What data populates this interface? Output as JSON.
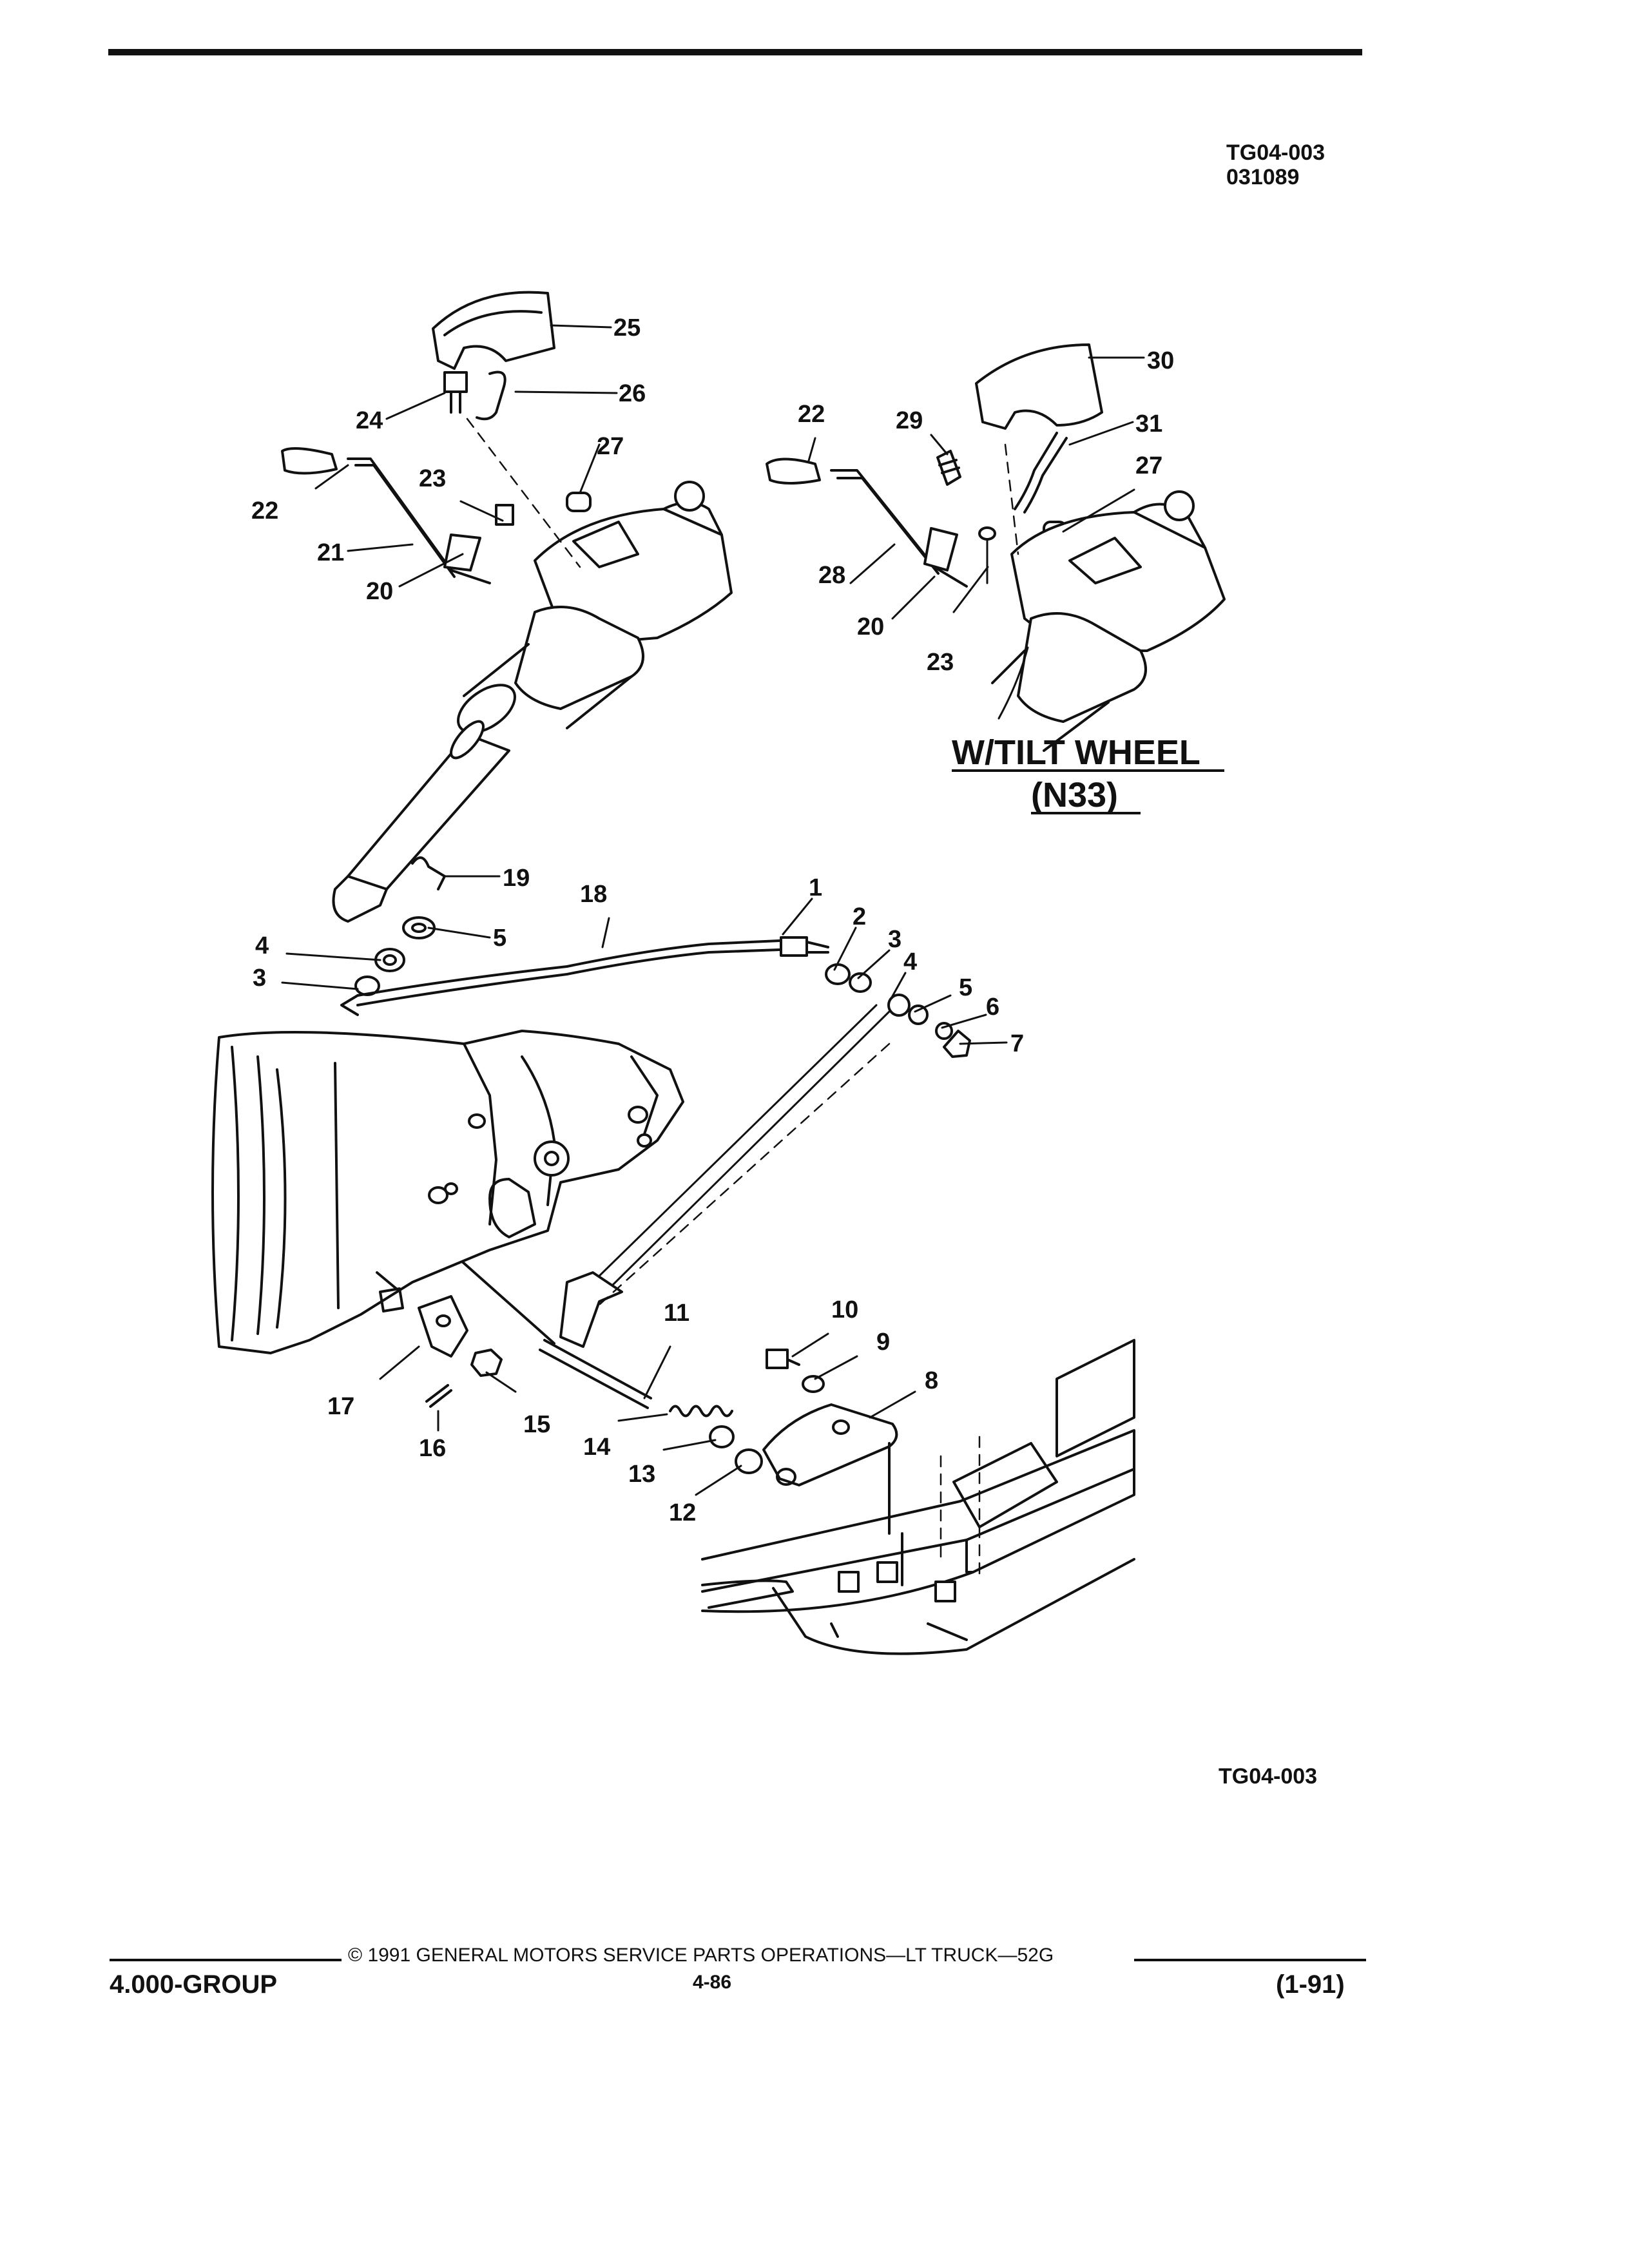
{
  "header": {
    "drawing_code": "TG04-003",
    "date_code": "031089"
  },
  "diagram": {
    "callouts": [
      "1",
      "2",
      "3",
      "4",
      "5",
      "6",
      "7",
      "8",
      "9",
      "10",
      "11",
      "12",
      "13",
      "14",
      "15",
      "16",
      "17",
      "18",
      "19",
      "20",
      "21",
      "22",
      "23",
      "24",
      "25",
      "26",
      "27",
      "28",
      "29",
      "30",
      "31"
    ],
    "variant_caption": {
      "line1": "W/TILT WHEEL",
      "line2": "(N33)"
    },
    "bottom_code": "TG04-003"
  },
  "footer": {
    "copyright": "© 1991 GENERAL MOTORS SERVICE PARTS OPERATIONS—LT TRUCK—52G",
    "group": "4.000-GROUP",
    "page": "4-86",
    "revision": "(1-91)"
  }
}
